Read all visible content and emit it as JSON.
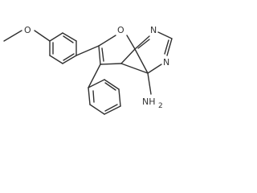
{
  "molecule": {
    "atoms": {
      "methoxy_oxygen": "O",
      "furan_oxygen": "O",
      "pyrimidine_n1": "N",
      "pyrimidine_n3": "N",
      "amine": "NH",
      "amine_subscript": "2"
    }
  }
}
